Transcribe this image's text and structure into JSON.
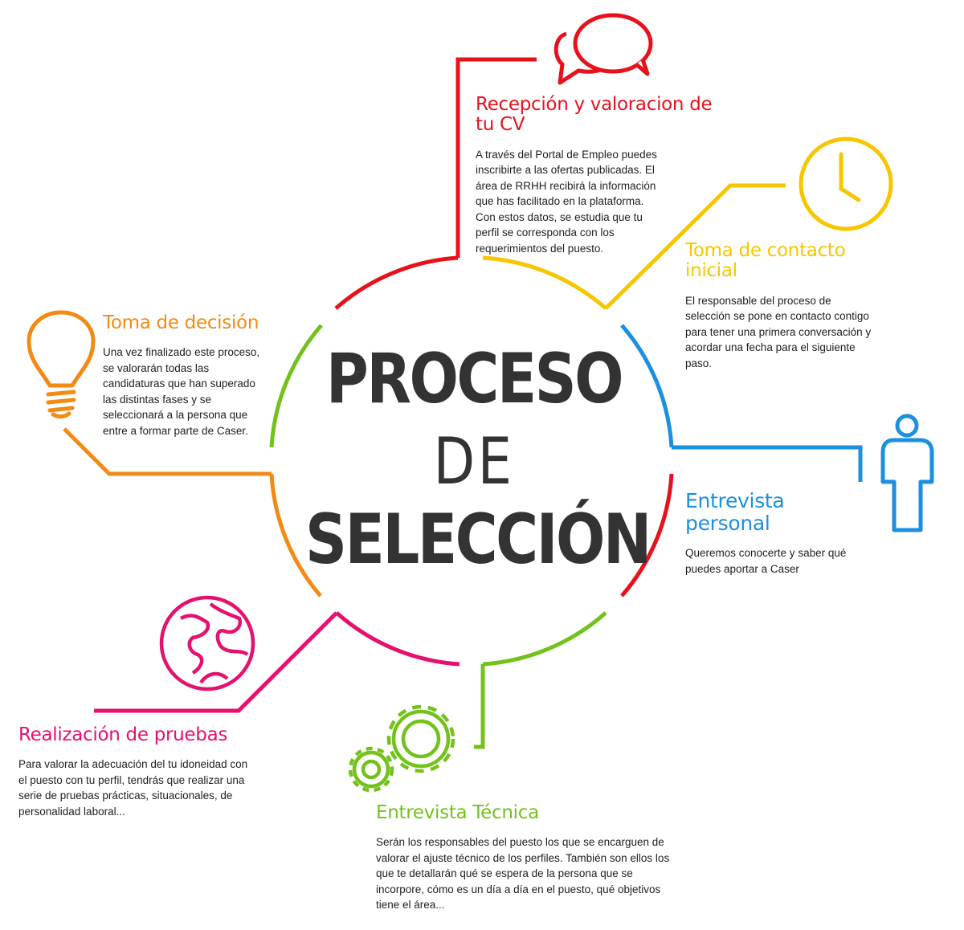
{
  "title": {
    "line1": "PROCESO",
    "line2": "DE",
    "line3": "SELECCIÓN"
  },
  "steps": [
    {
      "title": "Recepción y valoracion de tu CV",
      "text": "A través del Portal de Empleo puedes inscribirte a las ofertas publicadas. El área de RRHH recibirá la información que has facilitado en la plataforma. Con estos datos, se estudia que tu perfil se corresponda con los requerimientos del puesto.",
      "color": "#e8111b",
      "icon": "speech-bubbles-icon"
    },
    {
      "title": "Toma de contacto inicial",
      "text": "El responsable del proceso de selección se pone en contacto contigo para tener una primera conversación y acordar una fecha para el siguiente paso.",
      "color": "#f7c600",
      "icon": "clock-icon"
    },
    {
      "title": "Entrevista personal",
      "text": "Queremos conocerte y saber qué puedes aportar a Caser",
      "color": "#1b8fe0",
      "icon": "person-icon"
    },
    {
      "title": "Entrevista Técnica",
      "text": "Serán los responsables del puesto los que se encarguen de valorar el ajuste técnico de los perfiles. También son ellos los que te detallarán qué se espera de la persona que se incorpore, cómo es un día a día en el puesto, qué objetivos tiene el área...",
      "color": "#72c21b",
      "icon": "gears-icon"
    },
    {
      "title": "Realización de pruebas",
      "text": "Para valorar la adecuación del tu idoneidad con el puesto con tu perfil, tendrás que realizar una serie de pruebas prácticas, situacionales, de personalidad laboral...",
      "color": "#e6106e",
      "icon": "globe-icon"
    },
    {
      "title": "Toma de decisión",
      "text": "Una vez finalizado este proceso, se valorarán todas las candidaturas que han superado las distintas fases y se seleccionará a la persona que entre a formar parte de Caser.",
      "color": "#f28a14",
      "icon": "lightbulb-icon"
    }
  ]
}
